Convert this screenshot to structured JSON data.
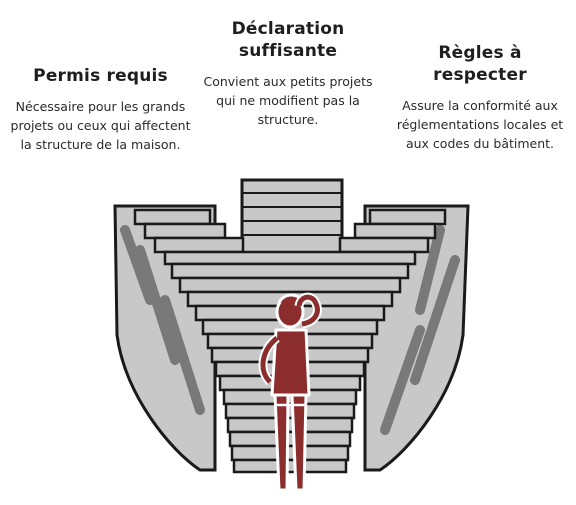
{
  "left": {
    "title": "Permis requis",
    "text": "Nécessaire pour les grands projets ou ceux qui affectent la structure de la maison."
  },
  "center": {
    "title": "Déclaration suffisante",
    "text": "Convient aux petits projets qui ne modifient pas la structure."
  },
  "right": {
    "title": "Règles à respecter",
    "text": "Assure la conformité aux réglementations locales et aux codes du bâtiment."
  },
  "colors": {
    "figure": "#8c2d2d",
    "stone": "#c8c8c8",
    "outline": "#1a1a1a"
  }
}
